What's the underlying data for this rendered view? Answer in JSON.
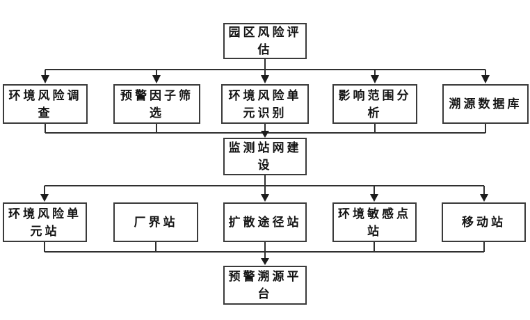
{
  "flowchart": {
    "nodes": {
      "top": "园区风险评估",
      "row2": [
        "环境风险调查",
        "预警因子筛选",
        "环境风险单元识别",
        "影响范围分析",
        "溯源数据库"
      ],
      "middle": "监测站网建设",
      "row4": [
        "环境风险单元站",
        "厂界站",
        "扩散途径站",
        "环境敏感点站",
        "移动站"
      ],
      "bottom": "预警溯源平台"
    },
    "colors": {
      "line": "#2f2f2f",
      "arrow": "#1c1c1c",
      "box_border": "#3a3a3a",
      "text": "#141414",
      "background": "#ffffff"
    }
  }
}
